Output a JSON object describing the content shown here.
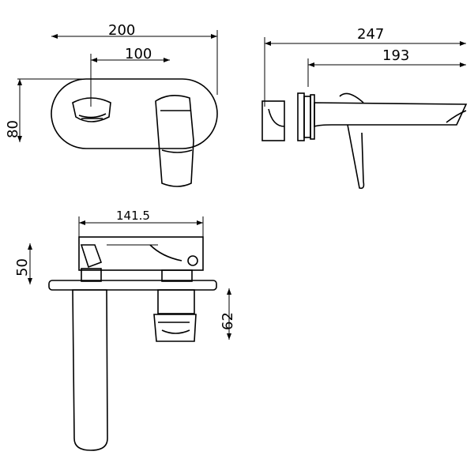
{
  "dimensions": {
    "front_width": "200",
    "front_hole_offset": "100",
    "front_height": "80",
    "side_total_length": "247",
    "side_spout_length": "193",
    "top_length": "141.5",
    "top_depth": "50",
    "top_handle_height": "62"
  }
}
